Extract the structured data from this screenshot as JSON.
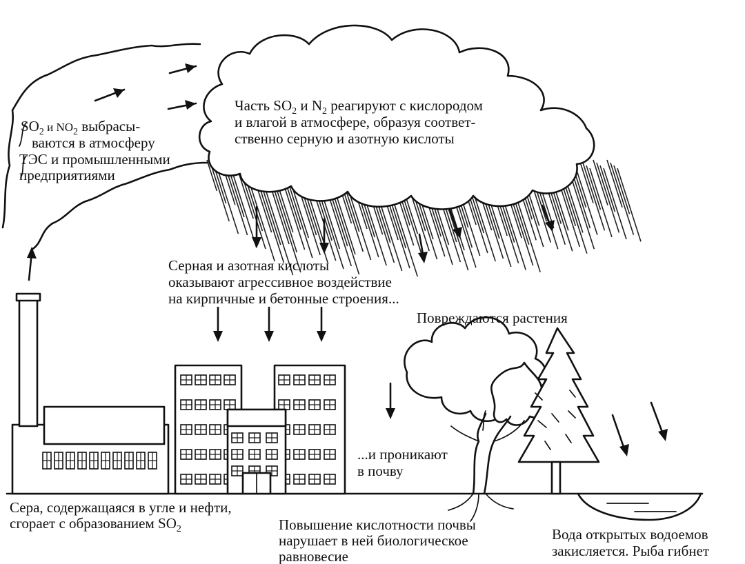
{
  "labels": {
    "emission": {
      "l1a": "SO",
      "l1sub1": "2",
      "l1b": " и NO",
      "l1sub2": "2",
      "l1c": " выбрасы-",
      "l2": "ваются в атмосферу",
      "l3": "ТЭС и промышленными",
      "l4": "предприятиями"
    },
    "cloud": {
      "l1a": "Часть SO",
      "l1sub1": "2",
      "l1b": " и N",
      "l1sub2": "2",
      "l1c": " реагируют с кислородом",
      "l2": "и влагой в атмосфере, образуя соответ-",
      "l3": "ственно серную и азотную кислоты"
    },
    "buildings_effect": {
      "l1": "Серная и азотная кислоты",
      "l2": "оказывают агрессивное воздействие",
      "l3": "на кирпичные и бетонные строения..."
    },
    "plants": "Повреждаются растения",
    "soil_penetration": {
      "l1": "...и проникают",
      "l2": "в почву"
    },
    "sulfur": {
      "l1": "Сера, содержащаяся в угле и нефти,",
      "l2a": "сгорает с образованием SO",
      "l2sub": "2"
    },
    "soil_acidity": {
      "l1": "Повышение кислотности почвы",
      "l2": "нарушает в ней биологическое",
      "l3": "равновесие"
    },
    "water": {
      "l1": "Вода открытых водоемов",
      "l2": "закисляется. Рыба гибнет"
    }
  }
}
